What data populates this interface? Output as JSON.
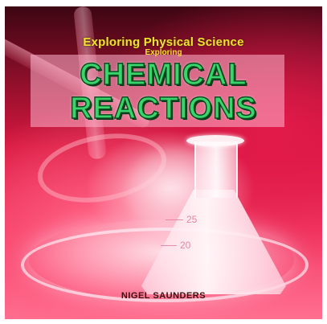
{
  "cover": {
    "series_title": "Exploring Physical Science",
    "pre_title": "Exploring",
    "title_line_1": "CHEMICAL",
    "title_line_2": "REACTIONS",
    "author": "NIGEL SAUNDERS",
    "flask_marks": [
      "25",
      "20"
    ]
  },
  "colors": {
    "series_text": "#f2e230",
    "title_text": "#39d46a",
    "background_red": "#d8173f",
    "title_box_pink": "#ffb4cd"
  }
}
